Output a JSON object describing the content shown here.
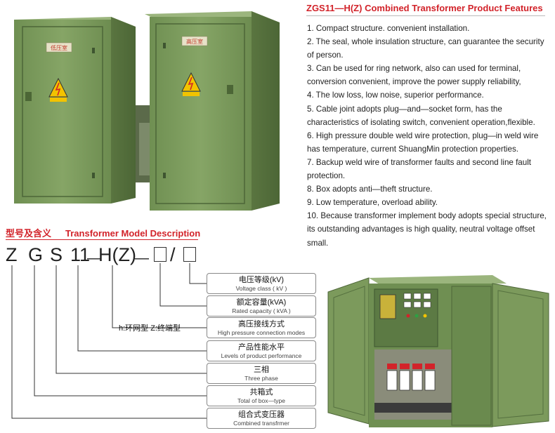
{
  "features": {
    "title": "ZGS11—H(Z) Combined Transformer Product Features",
    "items": [
      "1. Compact structure.  convenient installation.",
      "2. The seal, whole insulation structure, can guarantee the security of person.",
      "3. Can be used for ring network, also can used for terminal, conversion convenient, improve the power supply reliability,",
      "4. The low loss, low noise, superior performance.",
      "5. Cable joint adopts plug—and—socket form, has the characteristics of isolating switch, convenient operation,flexible.",
      "6. High pressure double weld wire protection, plug—in weld wire has temperature, current ShuangMin protection properties.",
      "7. Backup weld wire of transformer faults and second line fault protection.",
      "8. Box adopts anti—theft structure.",
      "9. Low temperature, overload ability.",
      "10. Because transformer implement body adopts  special structure, its outstanding advantages is high quality, neutral voltage offset small."
    ]
  },
  "model": {
    "heading_zh": "型号及含义",
    "heading_en": "Transformer Model Description",
    "code": [
      "Z",
      "G",
      "S",
      "11",
      "—",
      "H(Z)",
      "—",
      "/"
    ],
    "h_note": "h:环网型  Z:终端型",
    "labels": [
      {
        "zh": "电压等级(kV)",
        "en": "Voltage class ( kV )"
      },
      {
        "zh": "额定容量(kVA)",
        "en": "Rated capacity ( kVA )"
      },
      {
        "zh": "高压接线方式",
        "en": "High pressure connection modes"
      },
      {
        "zh": "产品性能水平",
        "en": "Levels of product performance"
      },
      {
        "zh": "三相",
        "en": "Three phase"
      },
      {
        "zh": "共箱式",
        "en": "Total of box—type"
      },
      {
        "zh": "组合式变压器",
        "en": "Combined transfrmer"
      }
    ]
  },
  "photo_top": {
    "left_door_label": "低压室",
    "right_door_label": "高压室",
    "colors": {
      "cabinet": "#7a9a5a",
      "cabinet_dark": "#5e7c45",
      "warning": "#f2c300"
    }
  }
}
